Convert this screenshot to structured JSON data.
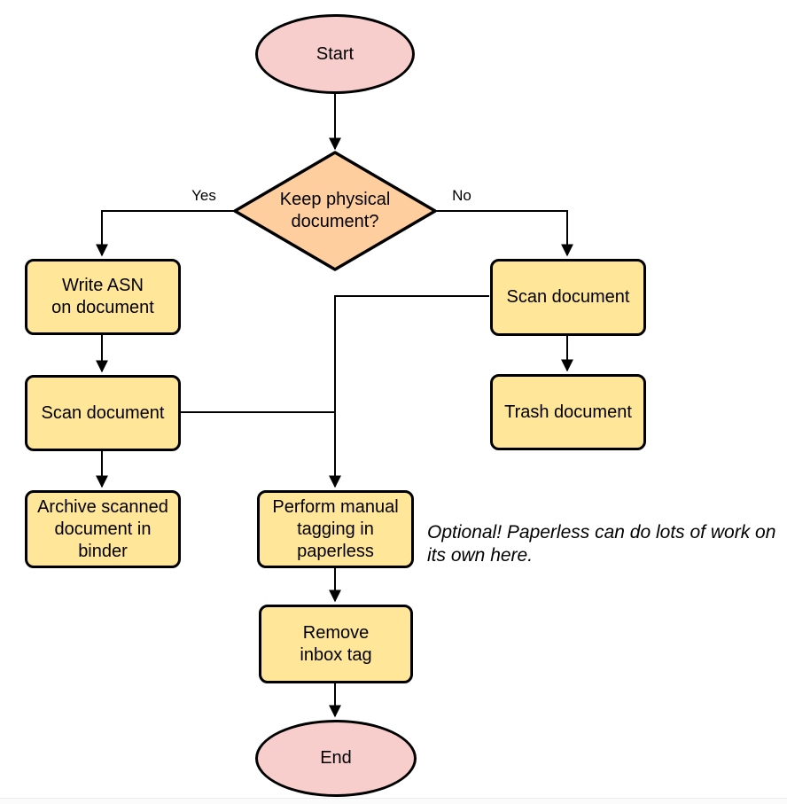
{
  "diagram": {
    "title_implied": "Document intake flowchart",
    "nodes": {
      "start": {
        "type": "terminator",
        "label": "Start"
      },
      "decision": {
        "type": "decision",
        "label": "Keep physical\ndocument?"
      },
      "write_asn": {
        "type": "process",
        "label": "Write ASN\non document"
      },
      "scan_left": {
        "type": "process",
        "label": "Scan document"
      },
      "archive": {
        "type": "process",
        "label": "Archive scanned\ndocument in\nbinder"
      },
      "scan_right": {
        "type": "process",
        "label": "Scan document"
      },
      "trash": {
        "type": "process",
        "label": "Trash document"
      },
      "tagging": {
        "type": "process",
        "label": "Perform manual\ntagging in\npaperless"
      },
      "remove_inbox": {
        "type": "process",
        "label": "Remove\ninbox tag"
      },
      "end": {
        "type": "terminator",
        "label": "End"
      }
    },
    "edge_labels": {
      "yes": "Yes",
      "no": "No"
    },
    "note": "Optional! Paperless can do lots of work on\nits own here.",
    "colors": {
      "terminator_fill": "#F8CECC",
      "decision_fill": "#FFCE9F",
      "process_fill": "#FFE699",
      "stroke": "#000000",
      "background": "#FFFFFF"
    }
  }
}
